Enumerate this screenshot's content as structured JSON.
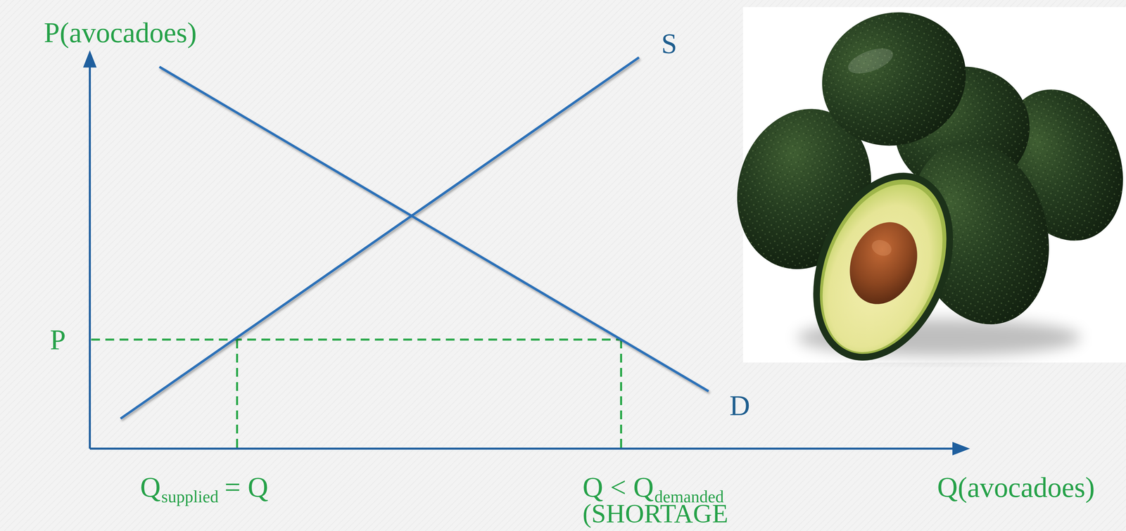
{
  "diagram": {
    "labels": [
      "P(avocadoes)",
      "S",
      "D",
      "P",
      "Q",
      "supplied",
      "= Q",
      "Q < Q",
      "demanded",
      "(SHORTAGE",
      "Q(avocadoes)"
    ]
  }
}
